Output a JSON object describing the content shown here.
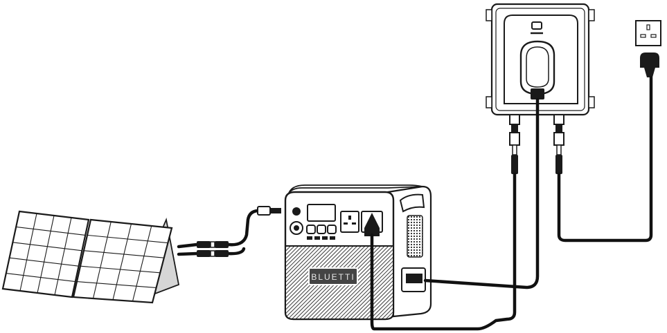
{
  "brand_label": "BLUETTI",
  "colors": {
    "line": "#1a1a1a",
    "panel_gray": "#d9d9d9",
    "hatch": "#444444",
    "white": "#ffffff"
  },
  "components": [
    {
      "name": "solar-panel",
      "icon": "solar-panel-icon"
    },
    {
      "name": "power-station",
      "icon": "power-station-icon"
    },
    {
      "name": "wall-box",
      "icon": "wall-box-icon"
    },
    {
      "name": "wall-socket",
      "icon": "uk-socket-icon"
    },
    {
      "name": "wall-plug",
      "icon": "uk-plug-icon"
    }
  ]
}
